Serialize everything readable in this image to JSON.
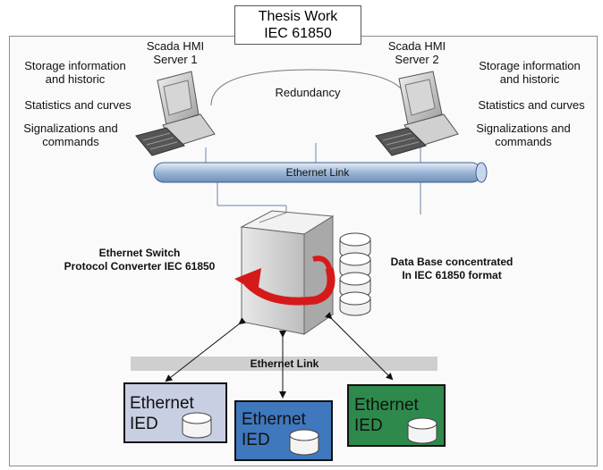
{
  "title": {
    "line1": "Thesis Work",
    "line2": "IEC 61850"
  },
  "server1": {
    "line1": "Scada HMI",
    "line2": "Server 1"
  },
  "server2": {
    "line1": "Scada HMI",
    "line2": "Server 2"
  },
  "redundancy": "Redundancy",
  "left_notes": {
    "storage1": "Storage information",
    "storage2": "and historic",
    "stats": "Statistics and curves",
    "sig1": "Signalizations and",
    "sig2": "commands"
  },
  "right_notes": {
    "storage1": "Storage information",
    "storage2": "and historic",
    "stats": "Statistics and curves",
    "sig1": "Signalizations and",
    "sig2": "commands"
  },
  "ethernet_link_top": "Ethernet Link",
  "switch": {
    "line1": "Ethernet Switch",
    "line2": "Protocol Converter IEC 61850"
  },
  "database": {
    "line1": "Data Base concentrated",
    "line2": "In IEC 61850 format"
  },
  "ethernet_link_bottom": "Ethernet Link",
  "ieds": [
    {
      "line1": "Ethernet",
      "line2": "IED",
      "color": "#c9cfe3"
    },
    {
      "line1": "Ethernet",
      "line2": "IED",
      "color": "#3f78bd"
    },
    {
      "line1": "Ethernet",
      "line2": "IED",
      "color": "#2e8a4c"
    }
  ]
}
